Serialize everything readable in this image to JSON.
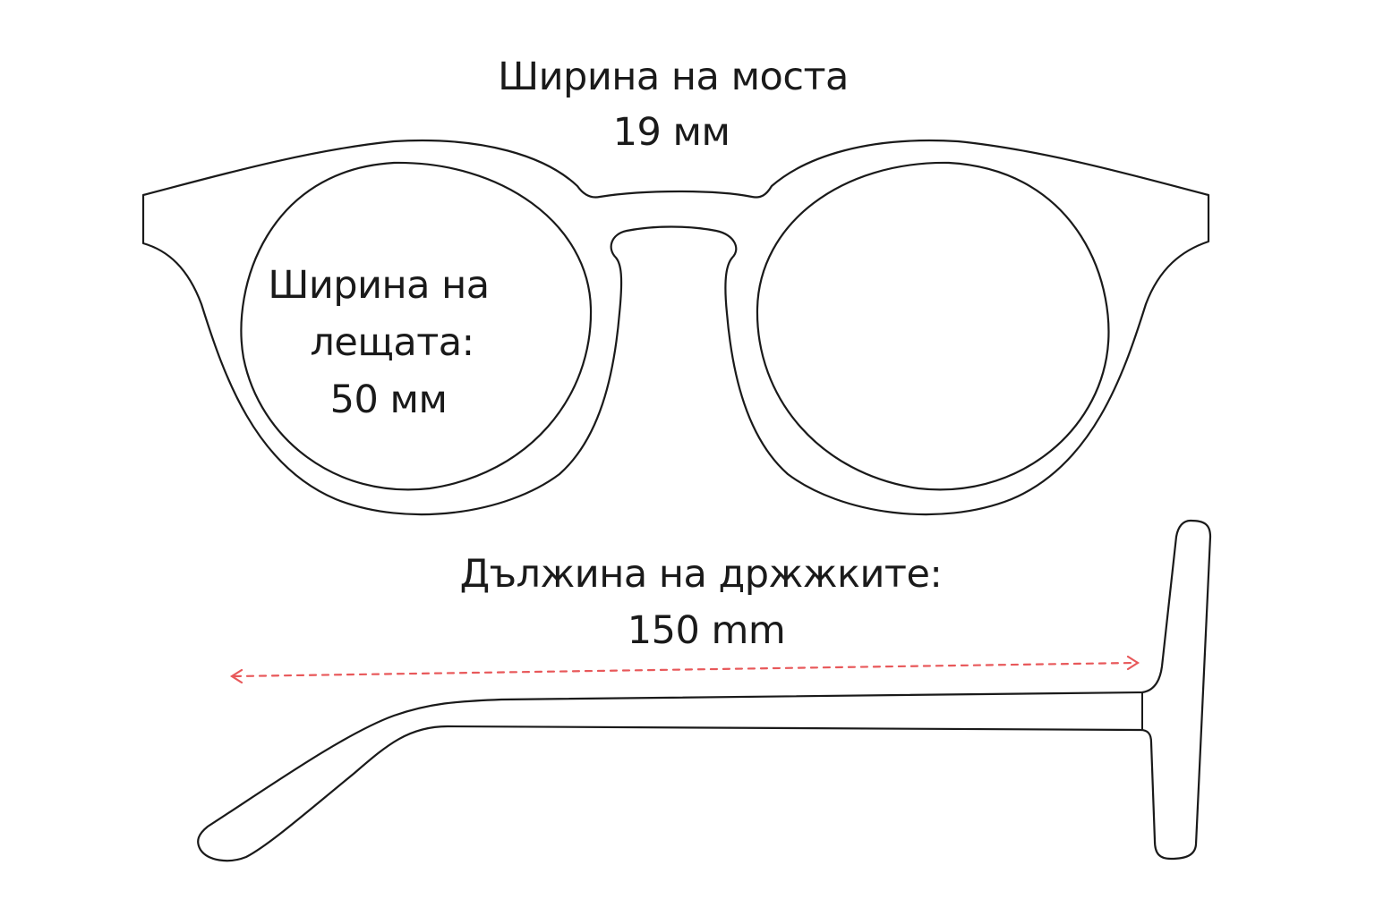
{
  "bridge": {
    "label": "Ширина на моста",
    "value": "19 мм"
  },
  "lens": {
    "label_line1": "Ширина на",
    "label_line2": "лещата:",
    "value": "50 мм"
  },
  "temple": {
    "label": "Дължина на држжките:",
    "value": "150 mm"
  },
  "colors": {
    "outline": "#1a1a1a",
    "arrow": "#e8585a"
  }
}
